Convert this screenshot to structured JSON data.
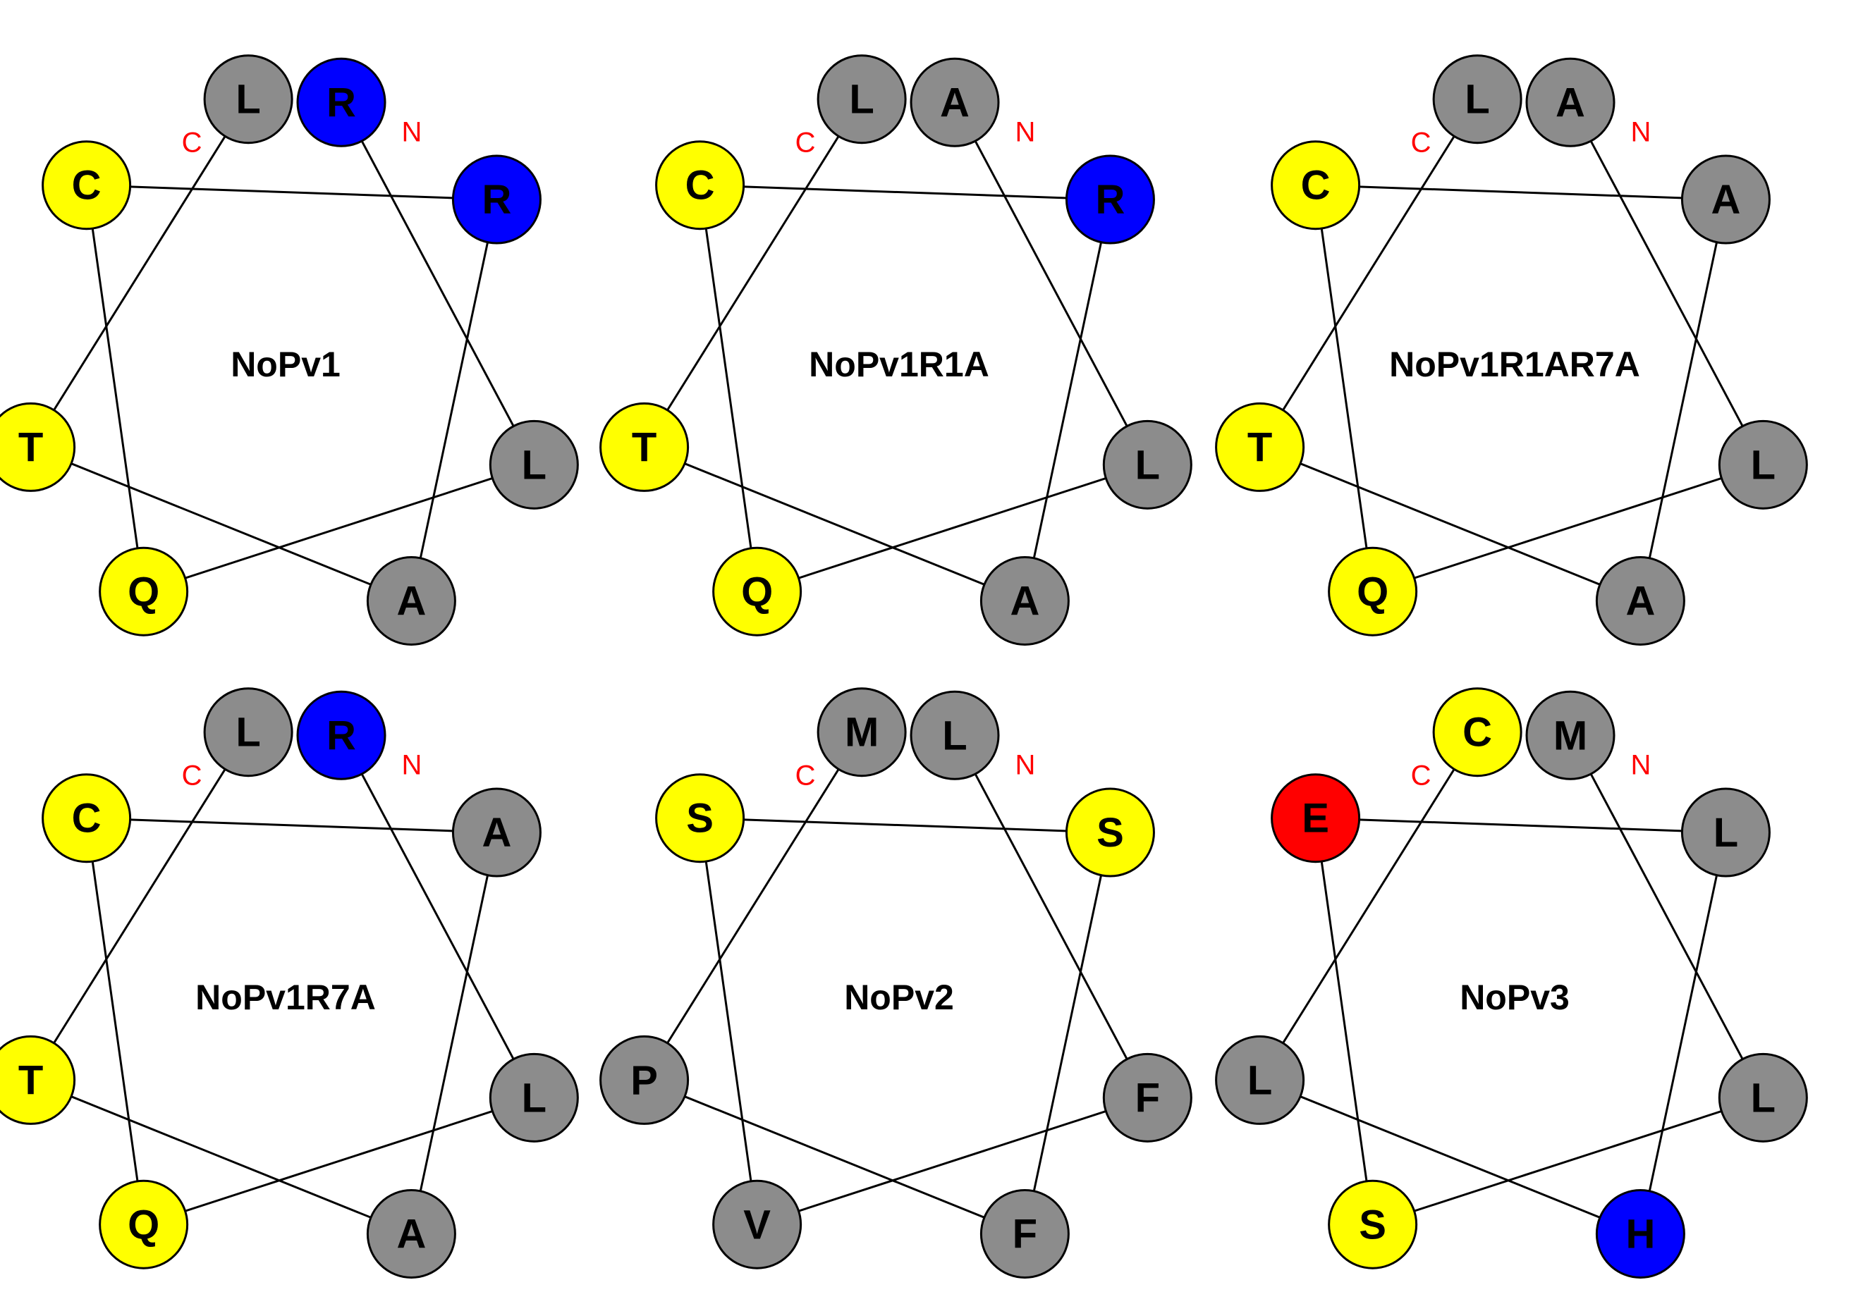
{
  "colors": {
    "hydrophobic": "#8c8c8c",
    "polar": "#ffff00",
    "basic": "#0000ff",
    "acidic": "#ff0000",
    "terminus_label": "#ff0000",
    "line": "#000000"
  },
  "terminus_labels": {
    "n": "N",
    "c": "C"
  },
  "wheels": [
    {
      "title": "NoPv1",
      "residues": [
        {
          "letter": "R",
          "cls": "basic"
        },
        {
          "letter": "L",
          "cls": "hydrophobic"
        },
        {
          "letter": "Q",
          "cls": "polar"
        },
        {
          "letter": "C",
          "cls": "polar"
        },
        {
          "letter": "R",
          "cls": "basic"
        },
        {
          "letter": "A",
          "cls": "hydrophobic"
        },
        {
          "letter": "T",
          "cls": "polar"
        },
        {
          "letter": "L",
          "cls": "hydrophobic"
        }
      ]
    },
    {
      "title": "NoPv1R1A",
      "residues": [
        {
          "letter": "A",
          "cls": "hydrophobic"
        },
        {
          "letter": "L",
          "cls": "hydrophobic"
        },
        {
          "letter": "Q",
          "cls": "polar"
        },
        {
          "letter": "C",
          "cls": "polar"
        },
        {
          "letter": "R",
          "cls": "basic"
        },
        {
          "letter": "A",
          "cls": "hydrophobic"
        },
        {
          "letter": "T",
          "cls": "polar"
        },
        {
          "letter": "L",
          "cls": "hydrophobic"
        }
      ]
    },
    {
      "title": "NoPv1R1AR7A",
      "residues": [
        {
          "letter": "A",
          "cls": "hydrophobic"
        },
        {
          "letter": "L",
          "cls": "hydrophobic"
        },
        {
          "letter": "Q",
          "cls": "polar"
        },
        {
          "letter": "C",
          "cls": "polar"
        },
        {
          "letter": "A",
          "cls": "hydrophobic"
        },
        {
          "letter": "A",
          "cls": "hydrophobic"
        },
        {
          "letter": "T",
          "cls": "polar"
        },
        {
          "letter": "L",
          "cls": "hydrophobic"
        }
      ]
    },
    {
      "title": "NoPv1R7A",
      "residues": [
        {
          "letter": "R",
          "cls": "basic"
        },
        {
          "letter": "L",
          "cls": "hydrophobic"
        },
        {
          "letter": "Q",
          "cls": "polar"
        },
        {
          "letter": "C",
          "cls": "polar"
        },
        {
          "letter": "A",
          "cls": "hydrophobic"
        },
        {
          "letter": "A",
          "cls": "hydrophobic"
        },
        {
          "letter": "T",
          "cls": "polar"
        },
        {
          "letter": "L",
          "cls": "hydrophobic"
        }
      ]
    },
    {
      "title": "NoPv2",
      "residues": [
        {
          "letter": "L",
          "cls": "hydrophobic"
        },
        {
          "letter": "F",
          "cls": "hydrophobic"
        },
        {
          "letter": "V",
          "cls": "hydrophobic"
        },
        {
          "letter": "S",
          "cls": "polar"
        },
        {
          "letter": "S",
          "cls": "polar"
        },
        {
          "letter": "F",
          "cls": "hydrophobic"
        },
        {
          "letter": "P",
          "cls": "hydrophobic"
        },
        {
          "letter": "M",
          "cls": "hydrophobic"
        }
      ]
    },
    {
      "title": "NoPv3",
      "residues": [
        {
          "letter": "M",
          "cls": "hydrophobic"
        },
        {
          "letter": "L",
          "cls": "hydrophobic"
        },
        {
          "letter": "S",
          "cls": "polar"
        },
        {
          "letter": "E",
          "cls": "acidic"
        },
        {
          "letter": "L",
          "cls": "hydrophobic"
        },
        {
          "letter": "H",
          "cls": "basic"
        },
        {
          "letter": "L",
          "cls": "hydrophobic"
        },
        {
          "letter": "C",
          "cls": "polar"
        }
      ]
    }
  ]
}
